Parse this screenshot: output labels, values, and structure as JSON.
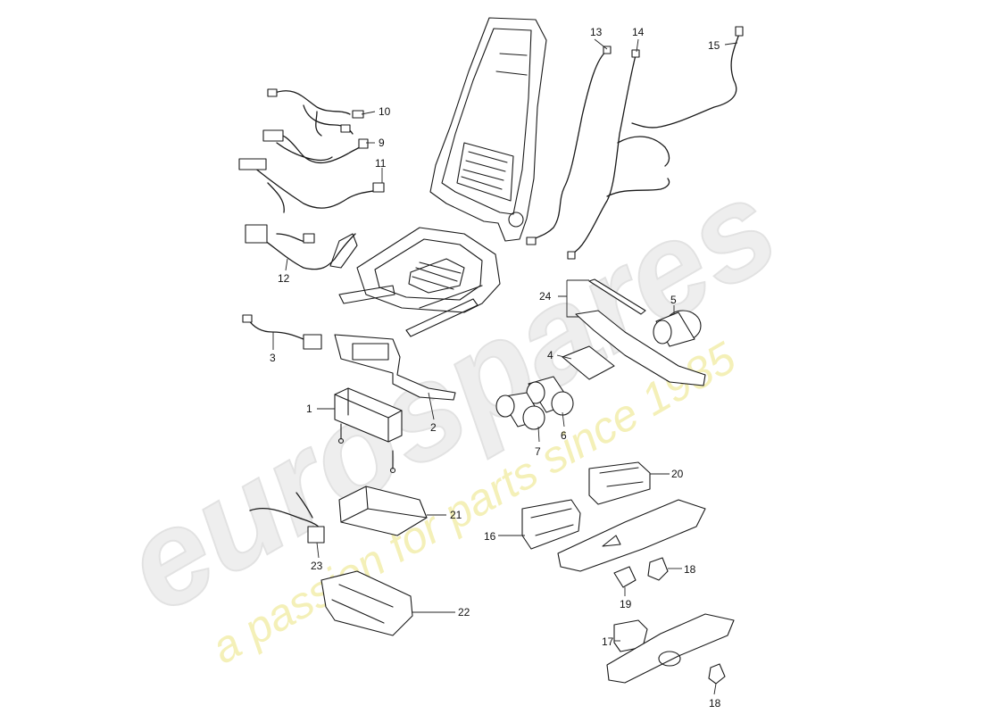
{
  "watermark": {
    "brand": "eurospares",
    "tagline": "a passion for parts since 1985",
    "brand_color": "#e4e4e4",
    "tagline_color": "#efe9a6"
  },
  "callouts": [
    {
      "id": "c1",
      "text": "1"
    },
    {
      "id": "c2",
      "text": "2"
    },
    {
      "id": "c3",
      "text": "3"
    },
    {
      "id": "c4",
      "text": "4"
    },
    {
      "id": "c5",
      "text": "5"
    },
    {
      "id": "c6",
      "text": "6"
    },
    {
      "id": "c7",
      "text": "7"
    },
    {
      "id": "c9",
      "text": "9"
    },
    {
      "id": "c10",
      "text": "10"
    },
    {
      "id": "c11",
      "text": "11"
    },
    {
      "id": "c12",
      "text": "12"
    },
    {
      "id": "c13",
      "text": "13"
    },
    {
      "id": "c14",
      "text": "14"
    },
    {
      "id": "c15",
      "text": "15"
    },
    {
      "id": "c16",
      "text": "16"
    },
    {
      "id": "c17",
      "text": "17"
    },
    {
      "id": "c18a",
      "text": "18"
    },
    {
      "id": "c18b",
      "text": "18"
    },
    {
      "id": "c19",
      "text": "19"
    },
    {
      "id": "c20",
      "text": "20"
    },
    {
      "id": "c21",
      "text": "21"
    },
    {
      "id": "c22",
      "text": "22"
    },
    {
      "id": "c23",
      "text": "23"
    },
    {
      "id": "c24",
      "text": "24"
    }
  ]
}
